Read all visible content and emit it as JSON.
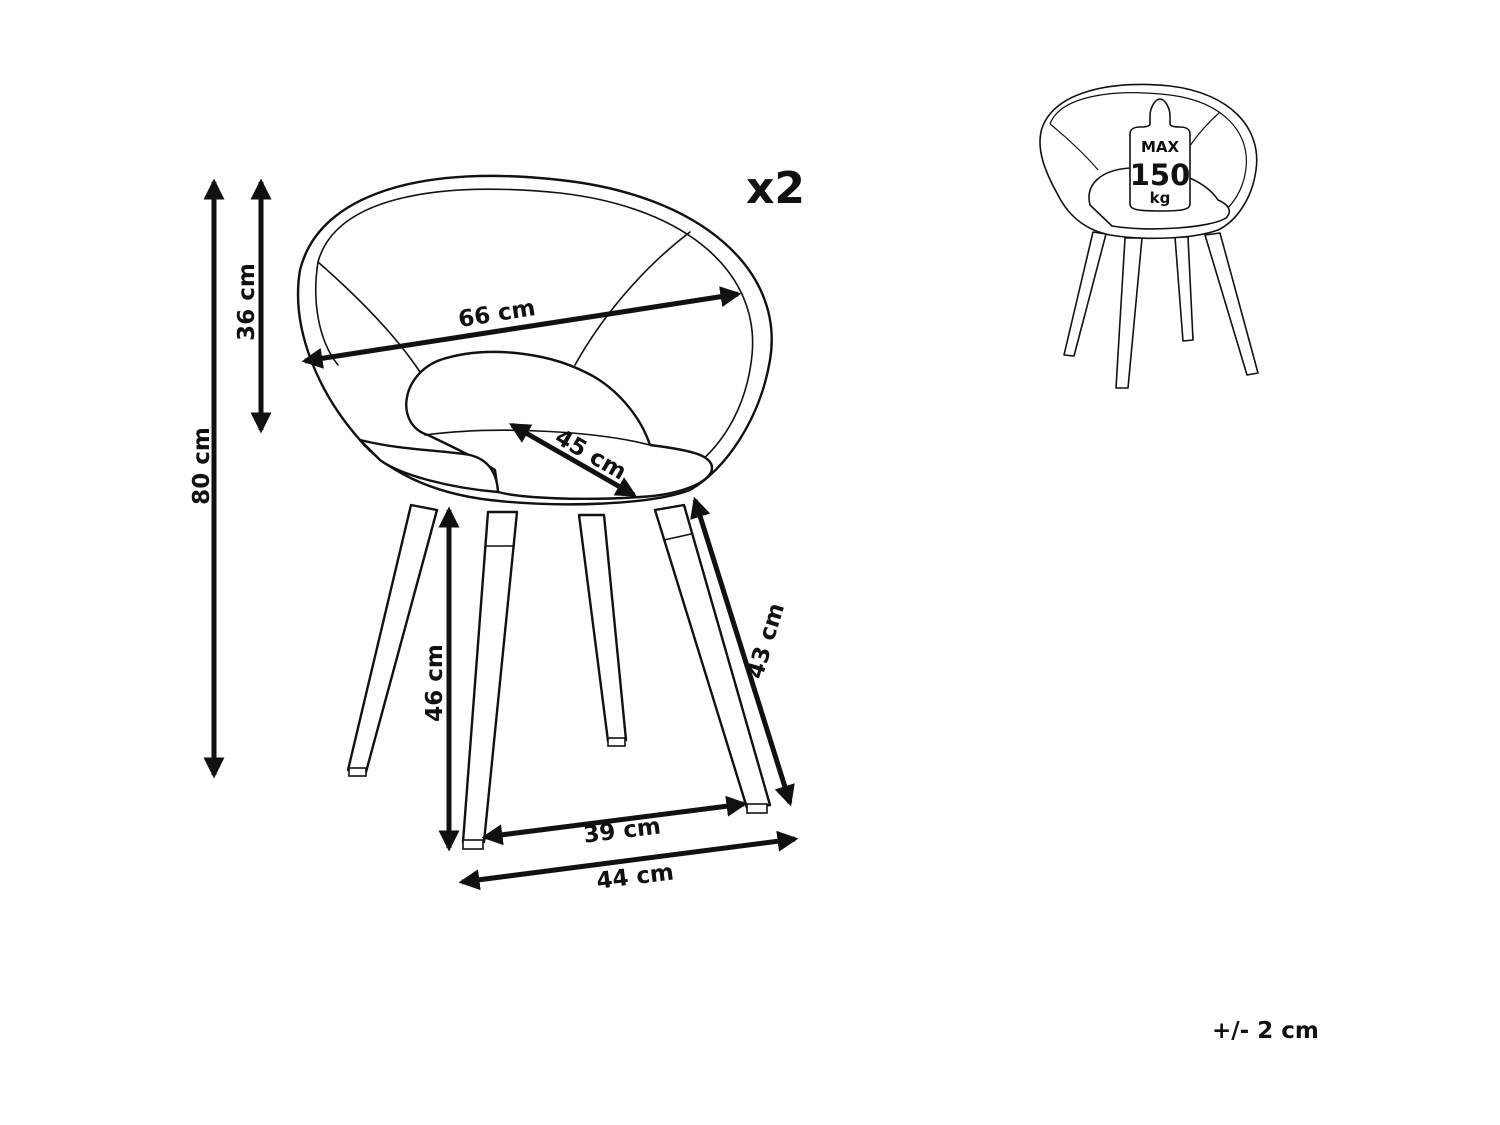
{
  "quantity": "x2",
  "dimensions": {
    "total_height": "80 cm",
    "backrest_height": "36 cm",
    "width": "66 cm",
    "seat_depth": "45 cm",
    "seat_height": "46 cm",
    "leg_length": "43 cm",
    "inner_leg_span": "39 cm",
    "outer_leg_span": "44 cm"
  },
  "max_load": {
    "line1": "MAX",
    "line2": "150",
    "line3": "kg"
  },
  "tolerance": "+/- 2 cm"
}
